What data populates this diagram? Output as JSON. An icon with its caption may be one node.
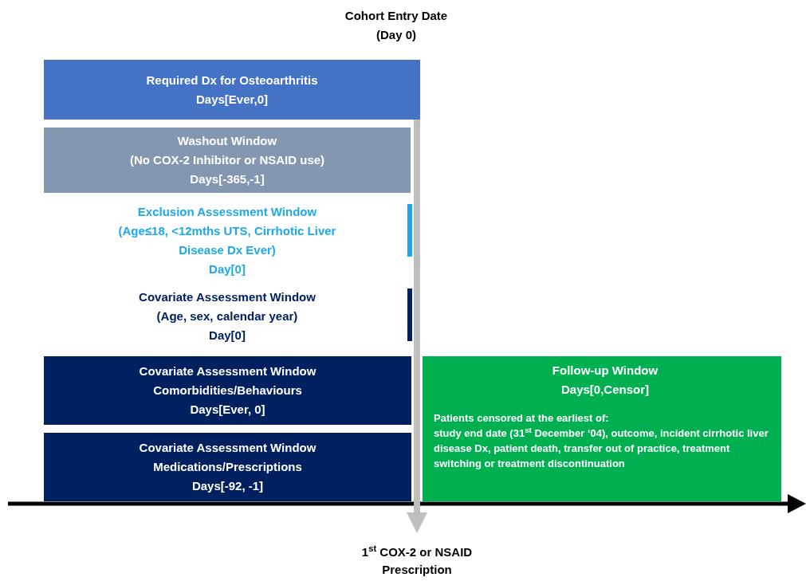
{
  "diagram": {
    "nodes": [
      {
        "text": [
          "Required Dx for Osteoarthritis",
          "Days[Ever,0]"
        ]
      },
      {
        "text": [
          "Washout Window",
          "(No COX-2 Inhibitor or NSAID use)",
          "Days[-365,-1]"
        ]
      },
      {
        "text": [
          "Exclusion Assessment Window",
          "(Age≤18, <12mths UTS, Cirrhotic Liver Disease Dx Ever)",
          "Day[0]"
        ]
      },
      {
        "text": [
          "Covariate Assessment Window",
          "(Age, sex, calendar year)",
          "Day[0]"
        ]
      },
      {
        "text": [
          "Covariate Assessment Window",
          "Comorbidities/Behaviours",
          "Days[Ever, 0]"
        ]
      },
      {
        "text": [
          "Covariate Assessment Window",
          "Medications/Prescriptions",
          "Days[-92, -1]"
        ]
      },
      {
        "text": [
          "Follow-up Window",
          "Days[0,Censor]",
          "Patients censored at the earliest of:",
          "study end date (31$^{st}$ December ‘04), outcome, incident cirrhotic liver disease Dx, patient death, transfer out of practice, treatment switching or treatment discontinuation"
        ]
      },
      {
        "text": [
          "1$^{st}$ COX-2 or NSAID Prescription"
        ]
      }
    ],
    "edges": [
      {
        "from": 0,
        "to": 7,
        "arrow": "to",
        "color": "#bfbfbf"
      }
    ],
    "labels": [
      "Cohort Entry Date (Day 0)"
    ]
  }
}
